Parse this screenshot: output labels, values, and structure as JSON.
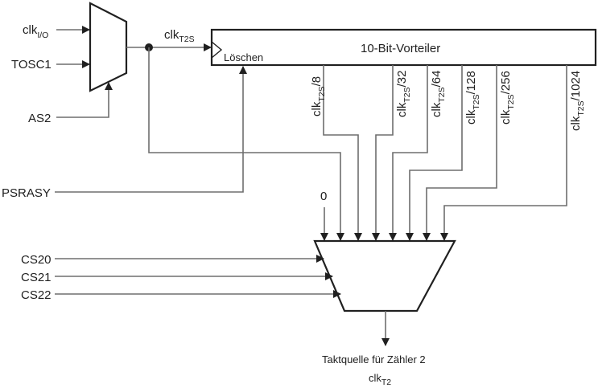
{
  "diagram": {
    "title": "10-Bit-Vorteiler",
    "left_mux": {
      "inputs": [
        {
          "base": "clk",
          "sub": "I/O"
        },
        {
          "base": "TOSC1",
          "sub": ""
        }
      ],
      "select": "AS2"
    },
    "prescaler_clock": {
      "base": "clk",
      "sub": "T2S"
    },
    "prescaler": {
      "label": "10-Bit-Vorteiler",
      "reset_label": "Löschen"
    },
    "reset_signal": "PSRASY",
    "taps": [
      {
        "base": "clk",
        "sub": "T2S",
        "div": "/8"
      },
      {
        "base": "clk",
        "sub": "T2S",
        "div": "/32"
      },
      {
        "base": "clk",
        "sub": "T2S",
        "div": "/64"
      },
      {
        "base": "clk",
        "sub": "T2S",
        "div": "/128"
      },
      {
        "base": "clk",
        "sub": "T2S",
        "div": "/256"
      },
      {
        "base": "clk",
        "sub": "T2S",
        "div": "/1024"
      }
    ],
    "zero_input": "0",
    "select_lines": [
      "CS20",
      "CS21",
      "CS22"
    ],
    "output": {
      "label": "Taktquelle für Zähler 2",
      "base": "clk",
      "sub": "T2"
    }
  }
}
